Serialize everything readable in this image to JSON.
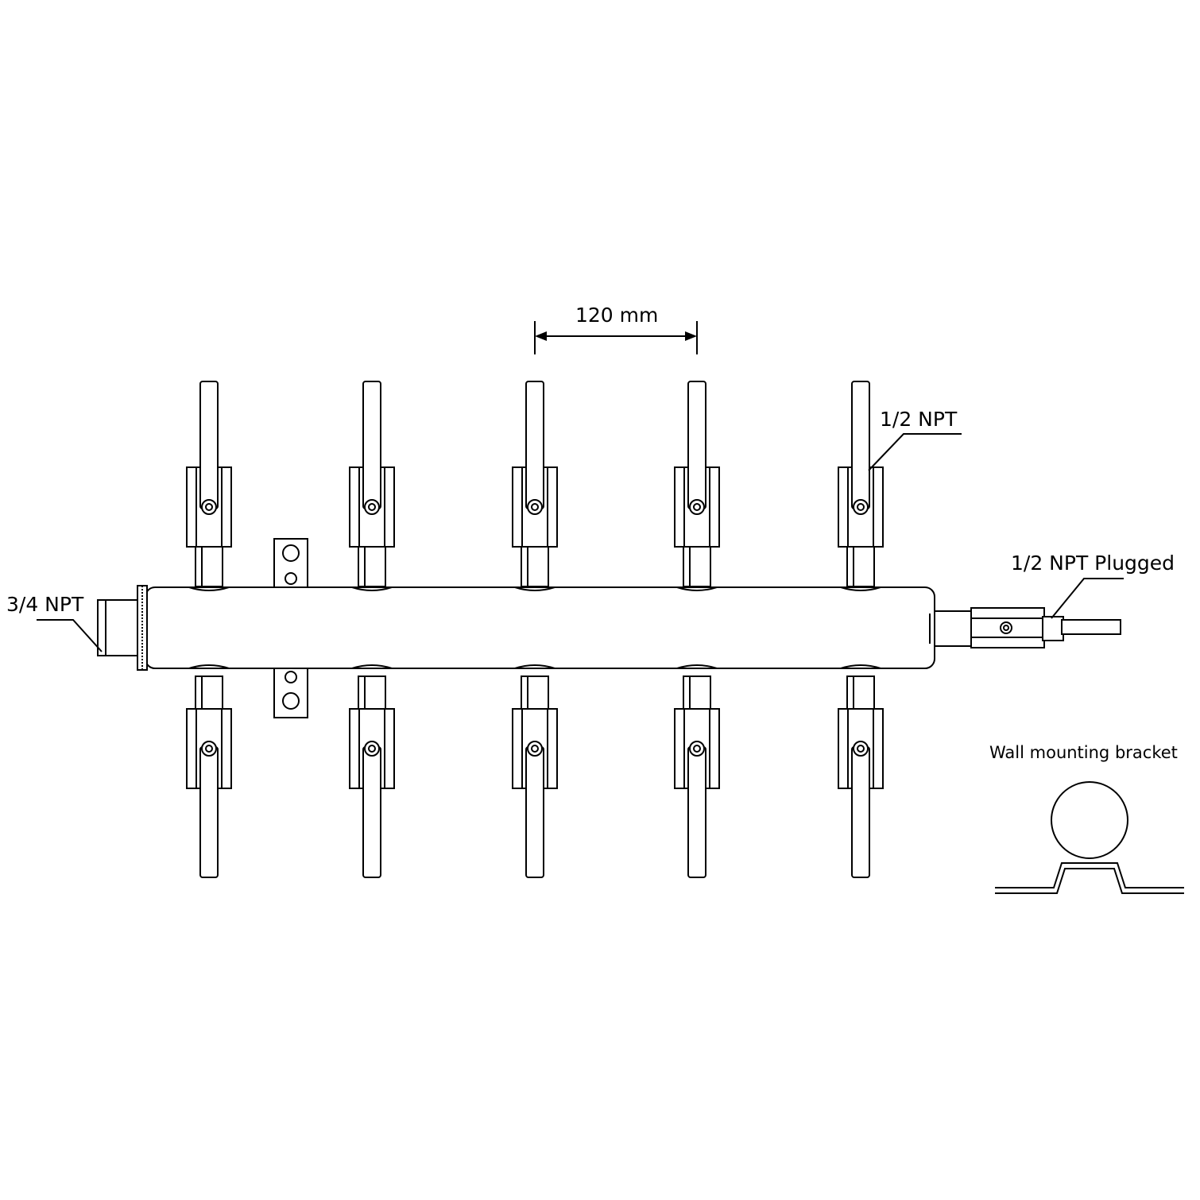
{
  "labels": {
    "inlet": "3/4 NPT",
    "outlet": "1/2 NPT",
    "plugged": "1/2 NPT Plugged",
    "spacing": "120 mm",
    "bracket": "Wall mounting bracket"
  },
  "diagram": {
    "type": "manifold drawing",
    "ports_per_side": 5,
    "sides": [
      "top",
      "bottom"
    ],
    "line_color": "#000000",
    "background": "#ffffff"
  }
}
